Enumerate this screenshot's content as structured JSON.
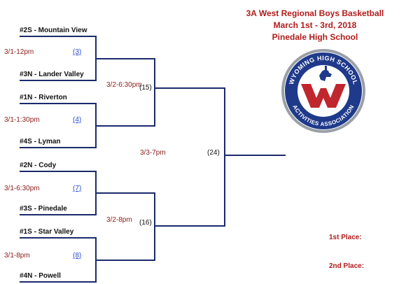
{
  "header": {
    "title": "3A West Regional Boys Basketball",
    "dates": "March 1st - 3rd, 2018",
    "venue": "Pinedale High School"
  },
  "logo": {
    "org_top": "WYOMING HIGH SCHOOL",
    "org_bottom": "ACTIVITIES ASSOCIATION",
    "icon": "bucking-horse-w-logo",
    "colors": {
      "blue": "#1f3a8a",
      "red": "#c0262d",
      "gray": "#9aa0a8"
    }
  },
  "bracket": {
    "teams": [
      "#2S - Mountain View",
      "#3N - Lander Valley",
      "#1N - Riverton",
      "#4S - Lyman",
      "#2N - Cody",
      "#3S - Pinedale",
      "#1S - Star Valley",
      "#4N - Powell"
    ],
    "first_round": [
      {
        "time": "3/1-12pm",
        "game": "(3)"
      },
      {
        "time": "3/1-1:30pm",
        "game": "(4)"
      },
      {
        "time": "3/1-6:30pm",
        "game": "(7)"
      },
      {
        "time": "3/1-8pm",
        "game": "(8)"
      }
    ],
    "semifinals": [
      {
        "time": "3/2-6:30pm",
        "game": "(15)"
      },
      {
        "time": "3/2-8pm",
        "game": "(16)"
      }
    ],
    "final": {
      "time": "3/3-7pm",
      "game": "(24)"
    }
  },
  "placements": {
    "first": "1st Place:",
    "second": "2nd Place:"
  }
}
